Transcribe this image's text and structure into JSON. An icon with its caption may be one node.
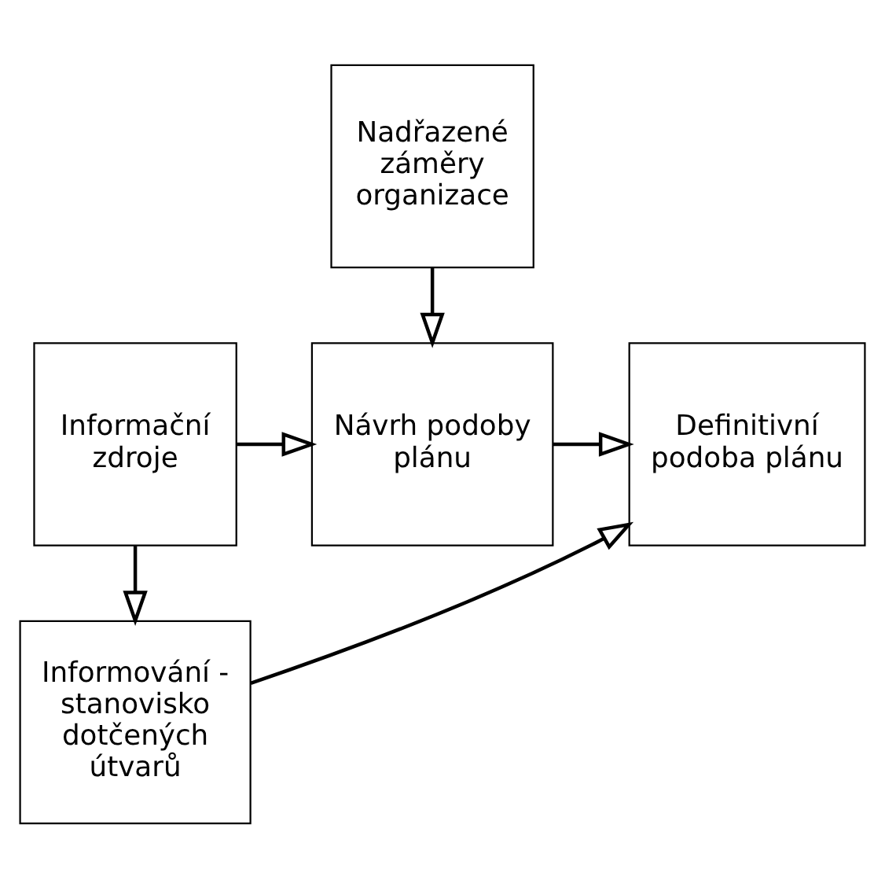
{
  "diagram": {
    "nodes": [
      {
        "text": [
          "Nadřazené záměry organizace"
        ]
      },
      {
        "text": [
          "Informační zdroje"
        ]
      },
      {
        "text": [
          "Návrh podoby plánu"
        ]
      },
      {
        "text": [
          "Definitivní podoba plánu"
        ]
      },
      {
        "text": [
          "Informování - stanovisko dotčených útvarů"
        ]
      }
    ],
    "edges": [
      {
        "from": 0,
        "to": 2,
        "arrow": "to"
      },
      {
        "from": 1,
        "to": 2,
        "arrow": "to"
      },
      {
        "from": 2,
        "to": 3,
        "arrow": "to"
      },
      {
        "from": 1,
        "to": 4,
        "arrow": "to"
      },
      {
        "from": 4,
        "to": 3,
        "arrow": "to"
      }
    ]
  }
}
